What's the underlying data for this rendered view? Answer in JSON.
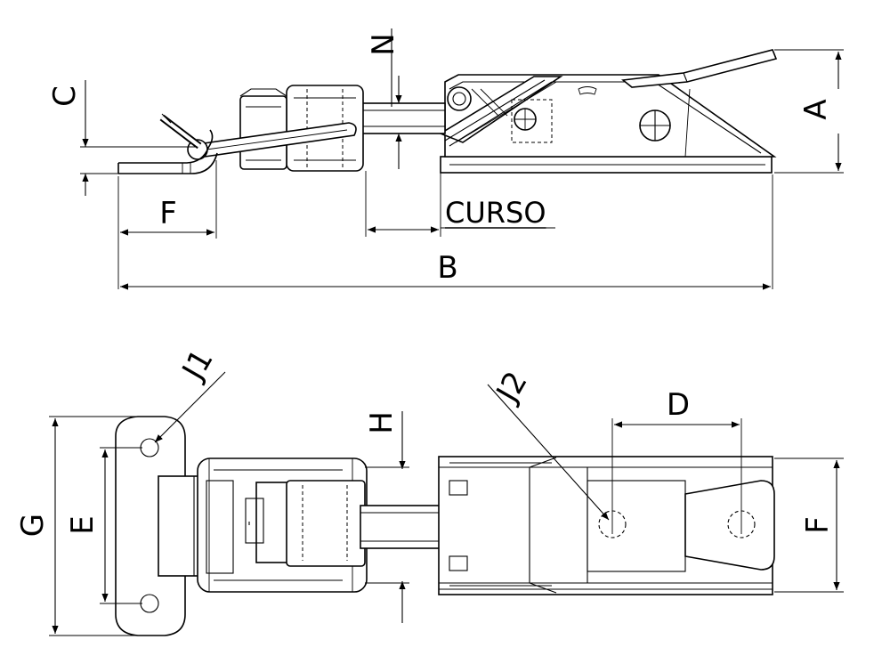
{
  "labels": {
    "N": "N",
    "C": "C",
    "A": "A",
    "F_side": "F",
    "curso": "CURSO",
    "B": "B",
    "J1": "J1",
    "J2": "J2",
    "D": "D",
    "H": "H",
    "G": "G",
    "E": "E",
    "F_top": "F"
  }
}
